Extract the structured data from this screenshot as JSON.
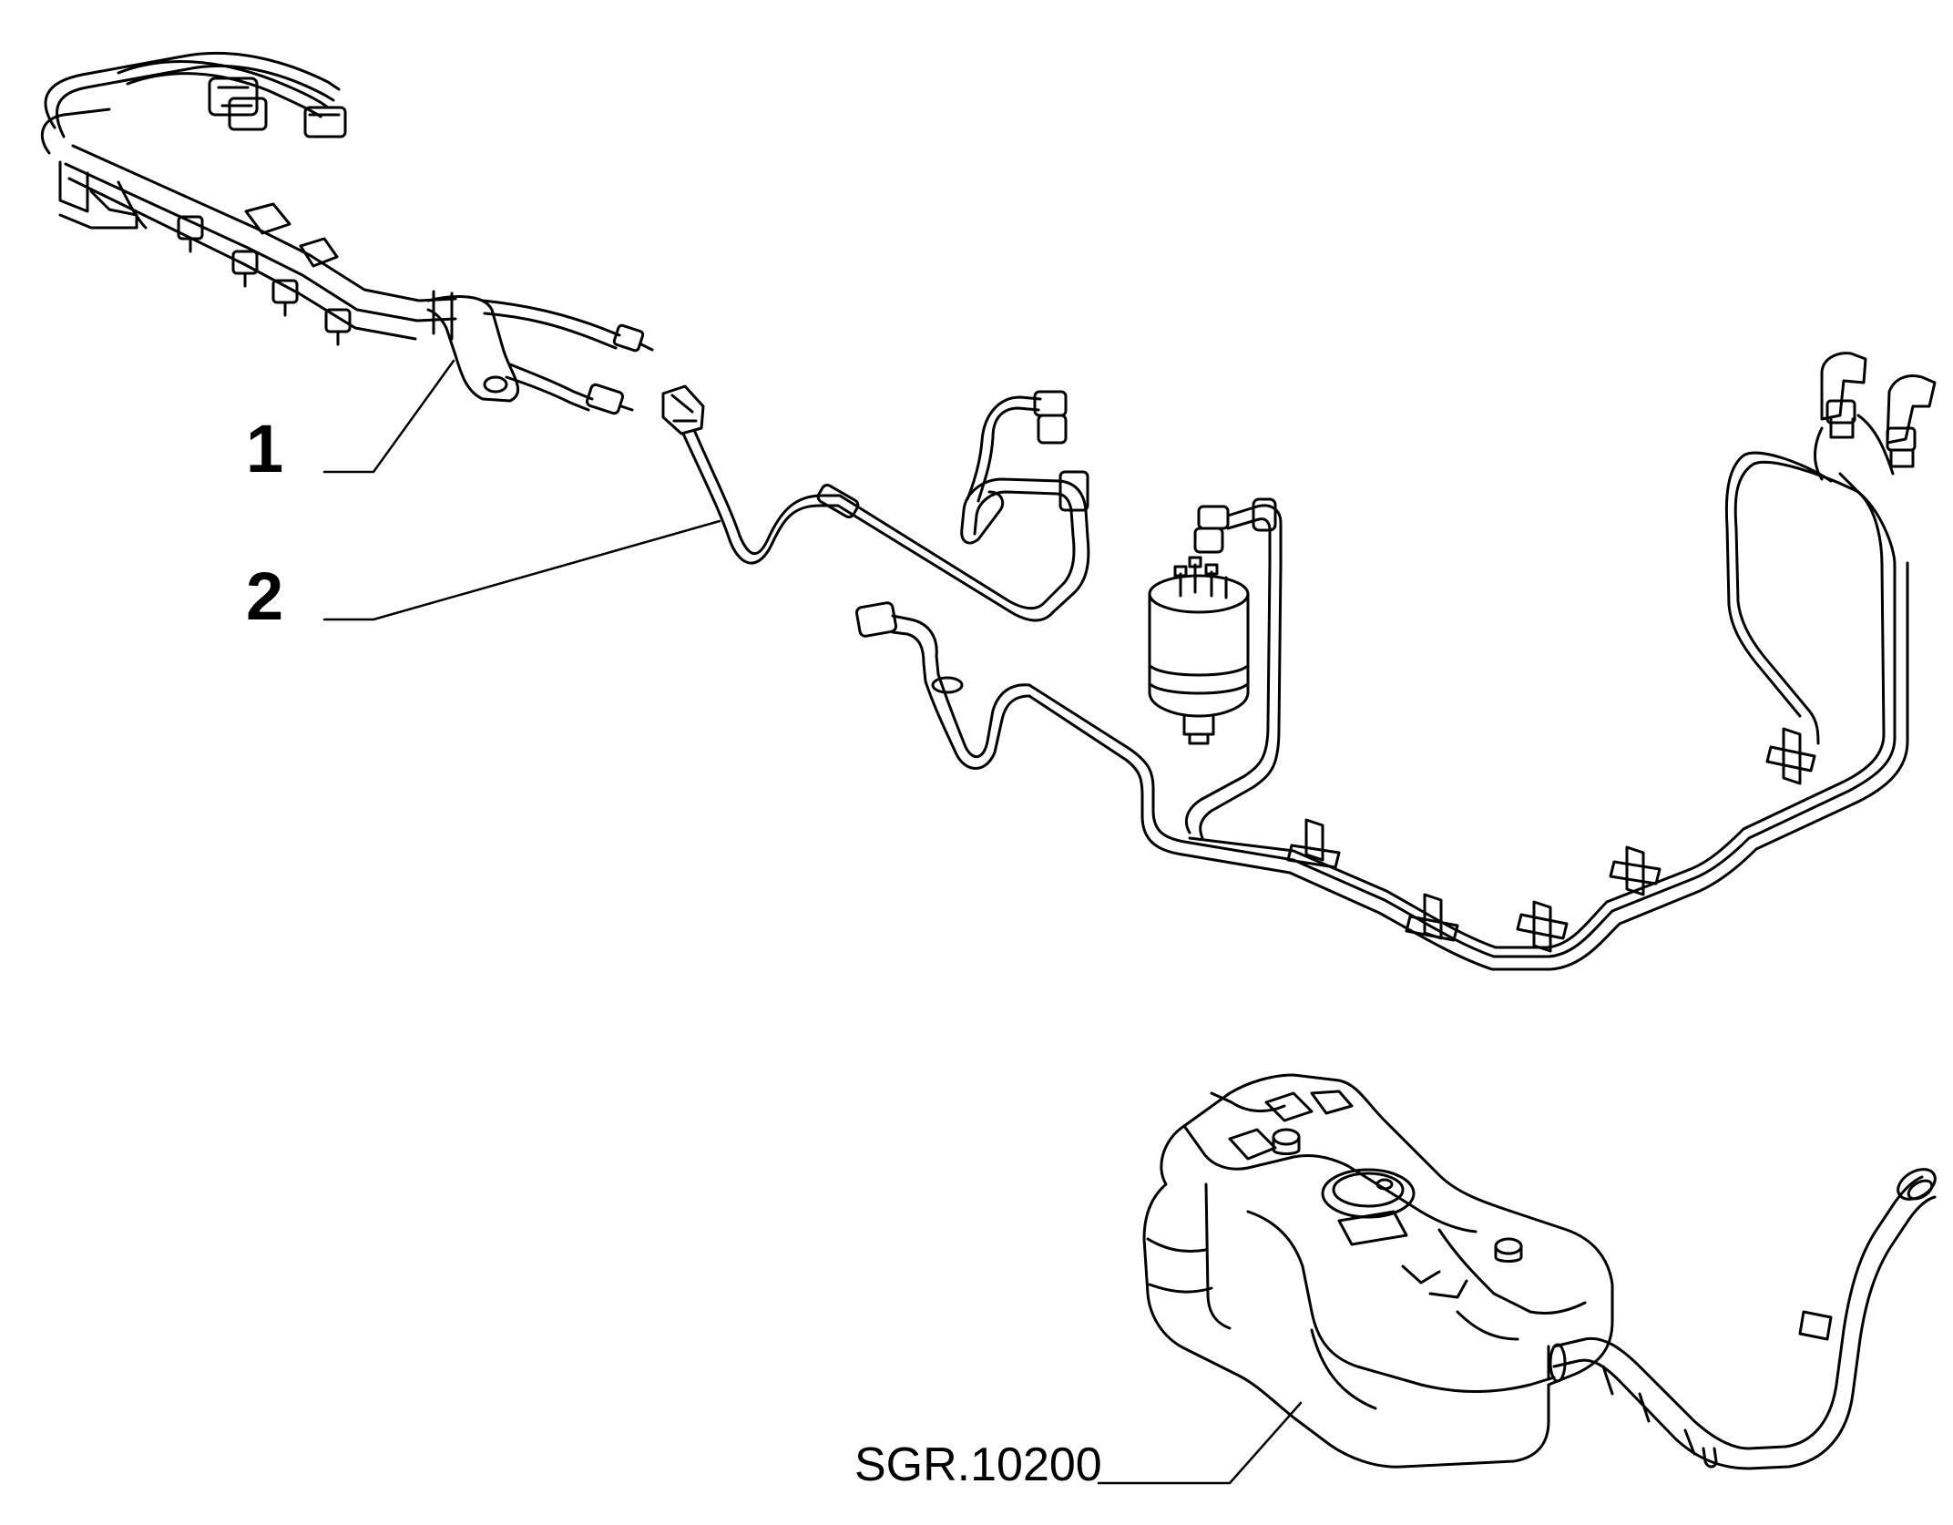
{
  "callouts": {
    "part_1": "1",
    "part_2": "2",
    "reference": "SGR.10200"
  },
  "colors": {
    "line": "#000000",
    "background": "#ffffff"
  }
}
